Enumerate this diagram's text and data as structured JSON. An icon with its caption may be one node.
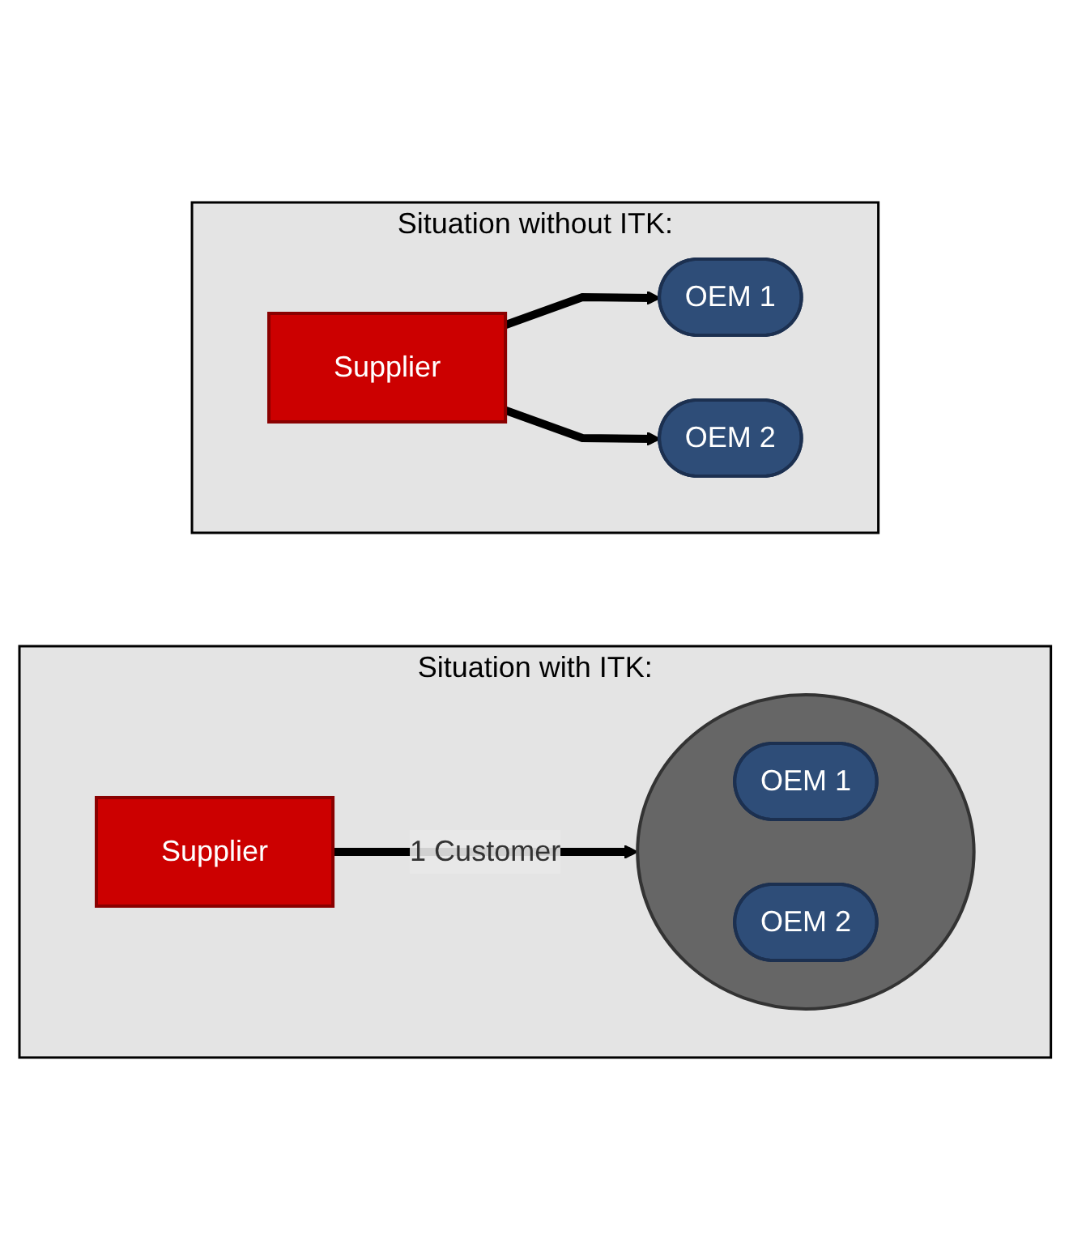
{
  "diagram": {
    "nodes": [
      {
        "text": [
          "Situation without ITK:"
        ]
      },
      {
        "text": [
          "Supplier"
        ],
        "in": 0
      },
      {
        "text": [
          "OEM 1"
        ],
        "in": 0
      },
      {
        "text": [
          "OEM 2"
        ],
        "in": 0
      },
      {
        "text": [
          "Situation with ITK:"
        ]
      },
      {
        "text": [
          "Supplier"
        ],
        "in": 4
      },
      {
        "text": [],
        "shape": "circle",
        "in": 4
      },
      {
        "text": [
          "OEM 1"
        ],
        "in": 6
      },
      {
        "text": [
          "OEM 2"
        ],
        "in": 6
      }
    ],
    "edges": [
      {
        "from": 1,
        "to": 2,
        "arrow": "to"
      },
      {
        "from": 1,
        "to": 3,
        "arrow": "to"
      },
      {
        "from": 5,
        "to": 6,
        "arrow": "to",
        "label": "1 Customer"
      }
    ]
  }
}
